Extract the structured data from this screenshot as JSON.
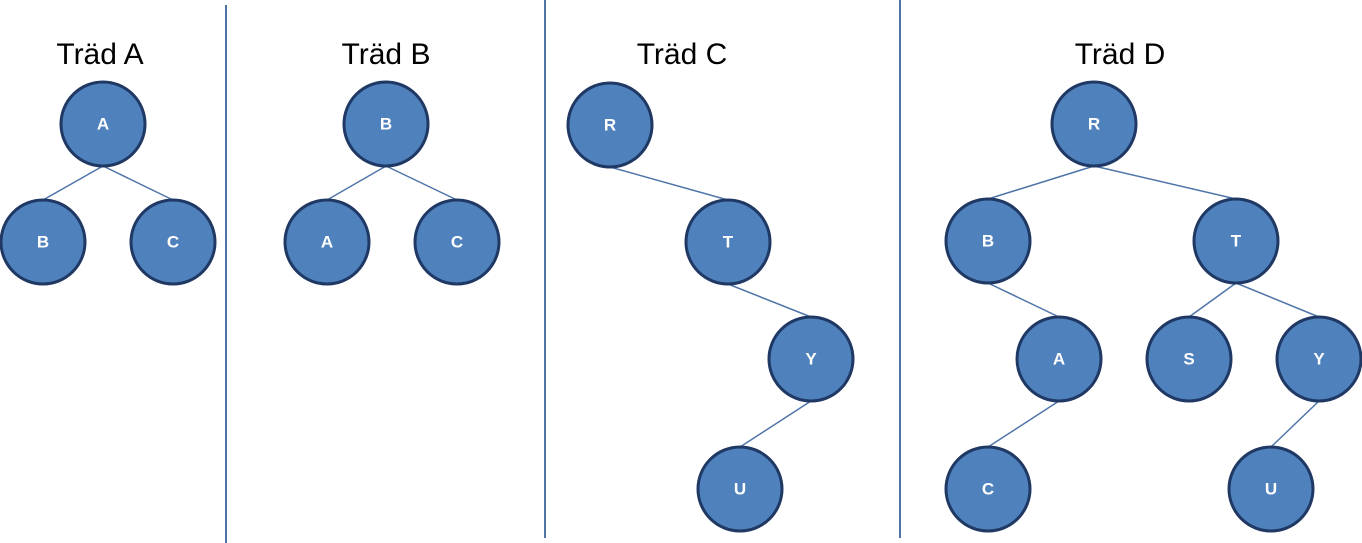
{
  "colors": {
    "node_fill": "#4f81bd",
    "node_stroke": "#1f3864",
    "edge": "#4f74a8",
    "divider": "#4f74a8"
  },
  "trees": [
    {
      "id": "a",
      "title": "Träd A",
      "nodes": [
        {
          "id": "a-root",
          "label": "A"
        },
        {
          "id": "a-left",
          "label": "B"
        },
        {
          "id": "a-right",
          "label": "C"
        }
      ]
    },
    {
      "id": "b",
      "title": "Träd B",
      "nodes": [
        {
          "id": "b-root",
          "label": "B"
        },
        {
          "id": "b-left",
          "label": "A"
        },
        {
          "id": "b-right",
          "label": "C"
        }
      ]
    },
    {
      "id": "c",
      "title": "Träd C",
      "nodes": [
        {
          "id": "c-r",
          "label": "R"
        },
        {
          "id": "c-t",
          "label": "T"
        },
        {
          "id": "c-y",
          "label": "Y"
        },
        {
          "id": "c-u",
          "label": "U"
        }
      ]
    },
    {
      "id": "d",
      "title": "Träd D",
      "nodes": [
        {
          "id": "d-r",
          "label": "R"
        },
        {
          "id": "d-b",
          "label": "B"
        },
        {
          "id": "d-t",
          "label": "T"
        },
        {
          "id": "d-a",
          "label": "A"
        },
        {
          "id": "d-s",
          "label": "S"
        },
        {
          "id": "d-y",
          "label": "Y"
        },
        {
          "id": "d-c",
          "label": "C"
        },
        {
          "id": "d-u",
          "label": "U"
        }
      ]
    }
  ]
}
